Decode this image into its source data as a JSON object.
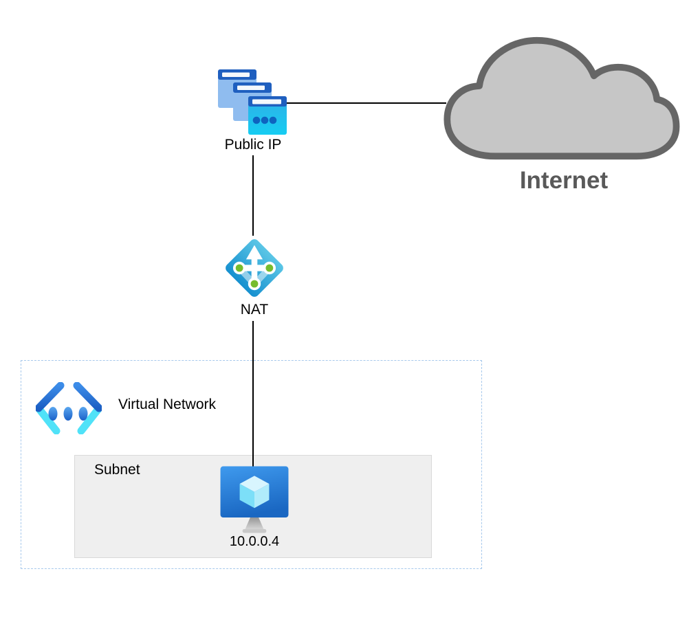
{
  "diagram": {
    "nodes": {
      "public_ip": {
        "label": "Public IP",
        "icon": "public-ip-icon"
      },
      "internet": {
        "label": "Internet",
        "icon": "internet-cloud-icon"
      },
      "nat": {
        "label": "NAT",
        "icon": "nat-gateway-icon"
      },
      "virtual_network": {
        "label": "Virtual Network",
        "icon": "virtual-network-icon"
      },
      "subnet": {
        "label": "Subnet"
      },
      "vm": {
        "label": "10.0.0.4",
        "icon": "virtual-machine-icon"
      }
    },
    "connections": [
      {
        "from": "public_ip",
        "to": "internet",
        "style": "solid-black"
      },
      {
        "from": "public_ip",
        "to": "nat",
        "style": "solid-black"
      },
      {
        "from": "nat",
        "to": "vm",
        "style": "solid-black"
      }
    ],
    "containment": {
      "virtual_network": [
        "subnet"
      ],
      "subnet": [
        "vm"
      ]
    },
    "colors": {
      "connector": "#000000",
      "cloud_fill": "#C6C6C6",
      "cloud_stroke": "#666666",
      "internet_text": "#595959",
      "vnet_dashed_border": "#A6C8EC",
      "subnet_fill": "#EFEFEF",
      "subnet_border": "#D9D9D9",
      "azure_header_blue": "#1F5FBF",
      "azure_light_blue": "#8FBCEF",
      "azure_cyan": "#22C0EF",
      "vm_blue_top": "#3F9AEE",
      "vm_blue_bottom": "#1A67C2",
      "nat_green": "#76BC2D",
      "vnet_bracket_blue": "#2E7CD9",
      "vnet_bracket_cyan": "#50E2F8"
    }
  }
}
